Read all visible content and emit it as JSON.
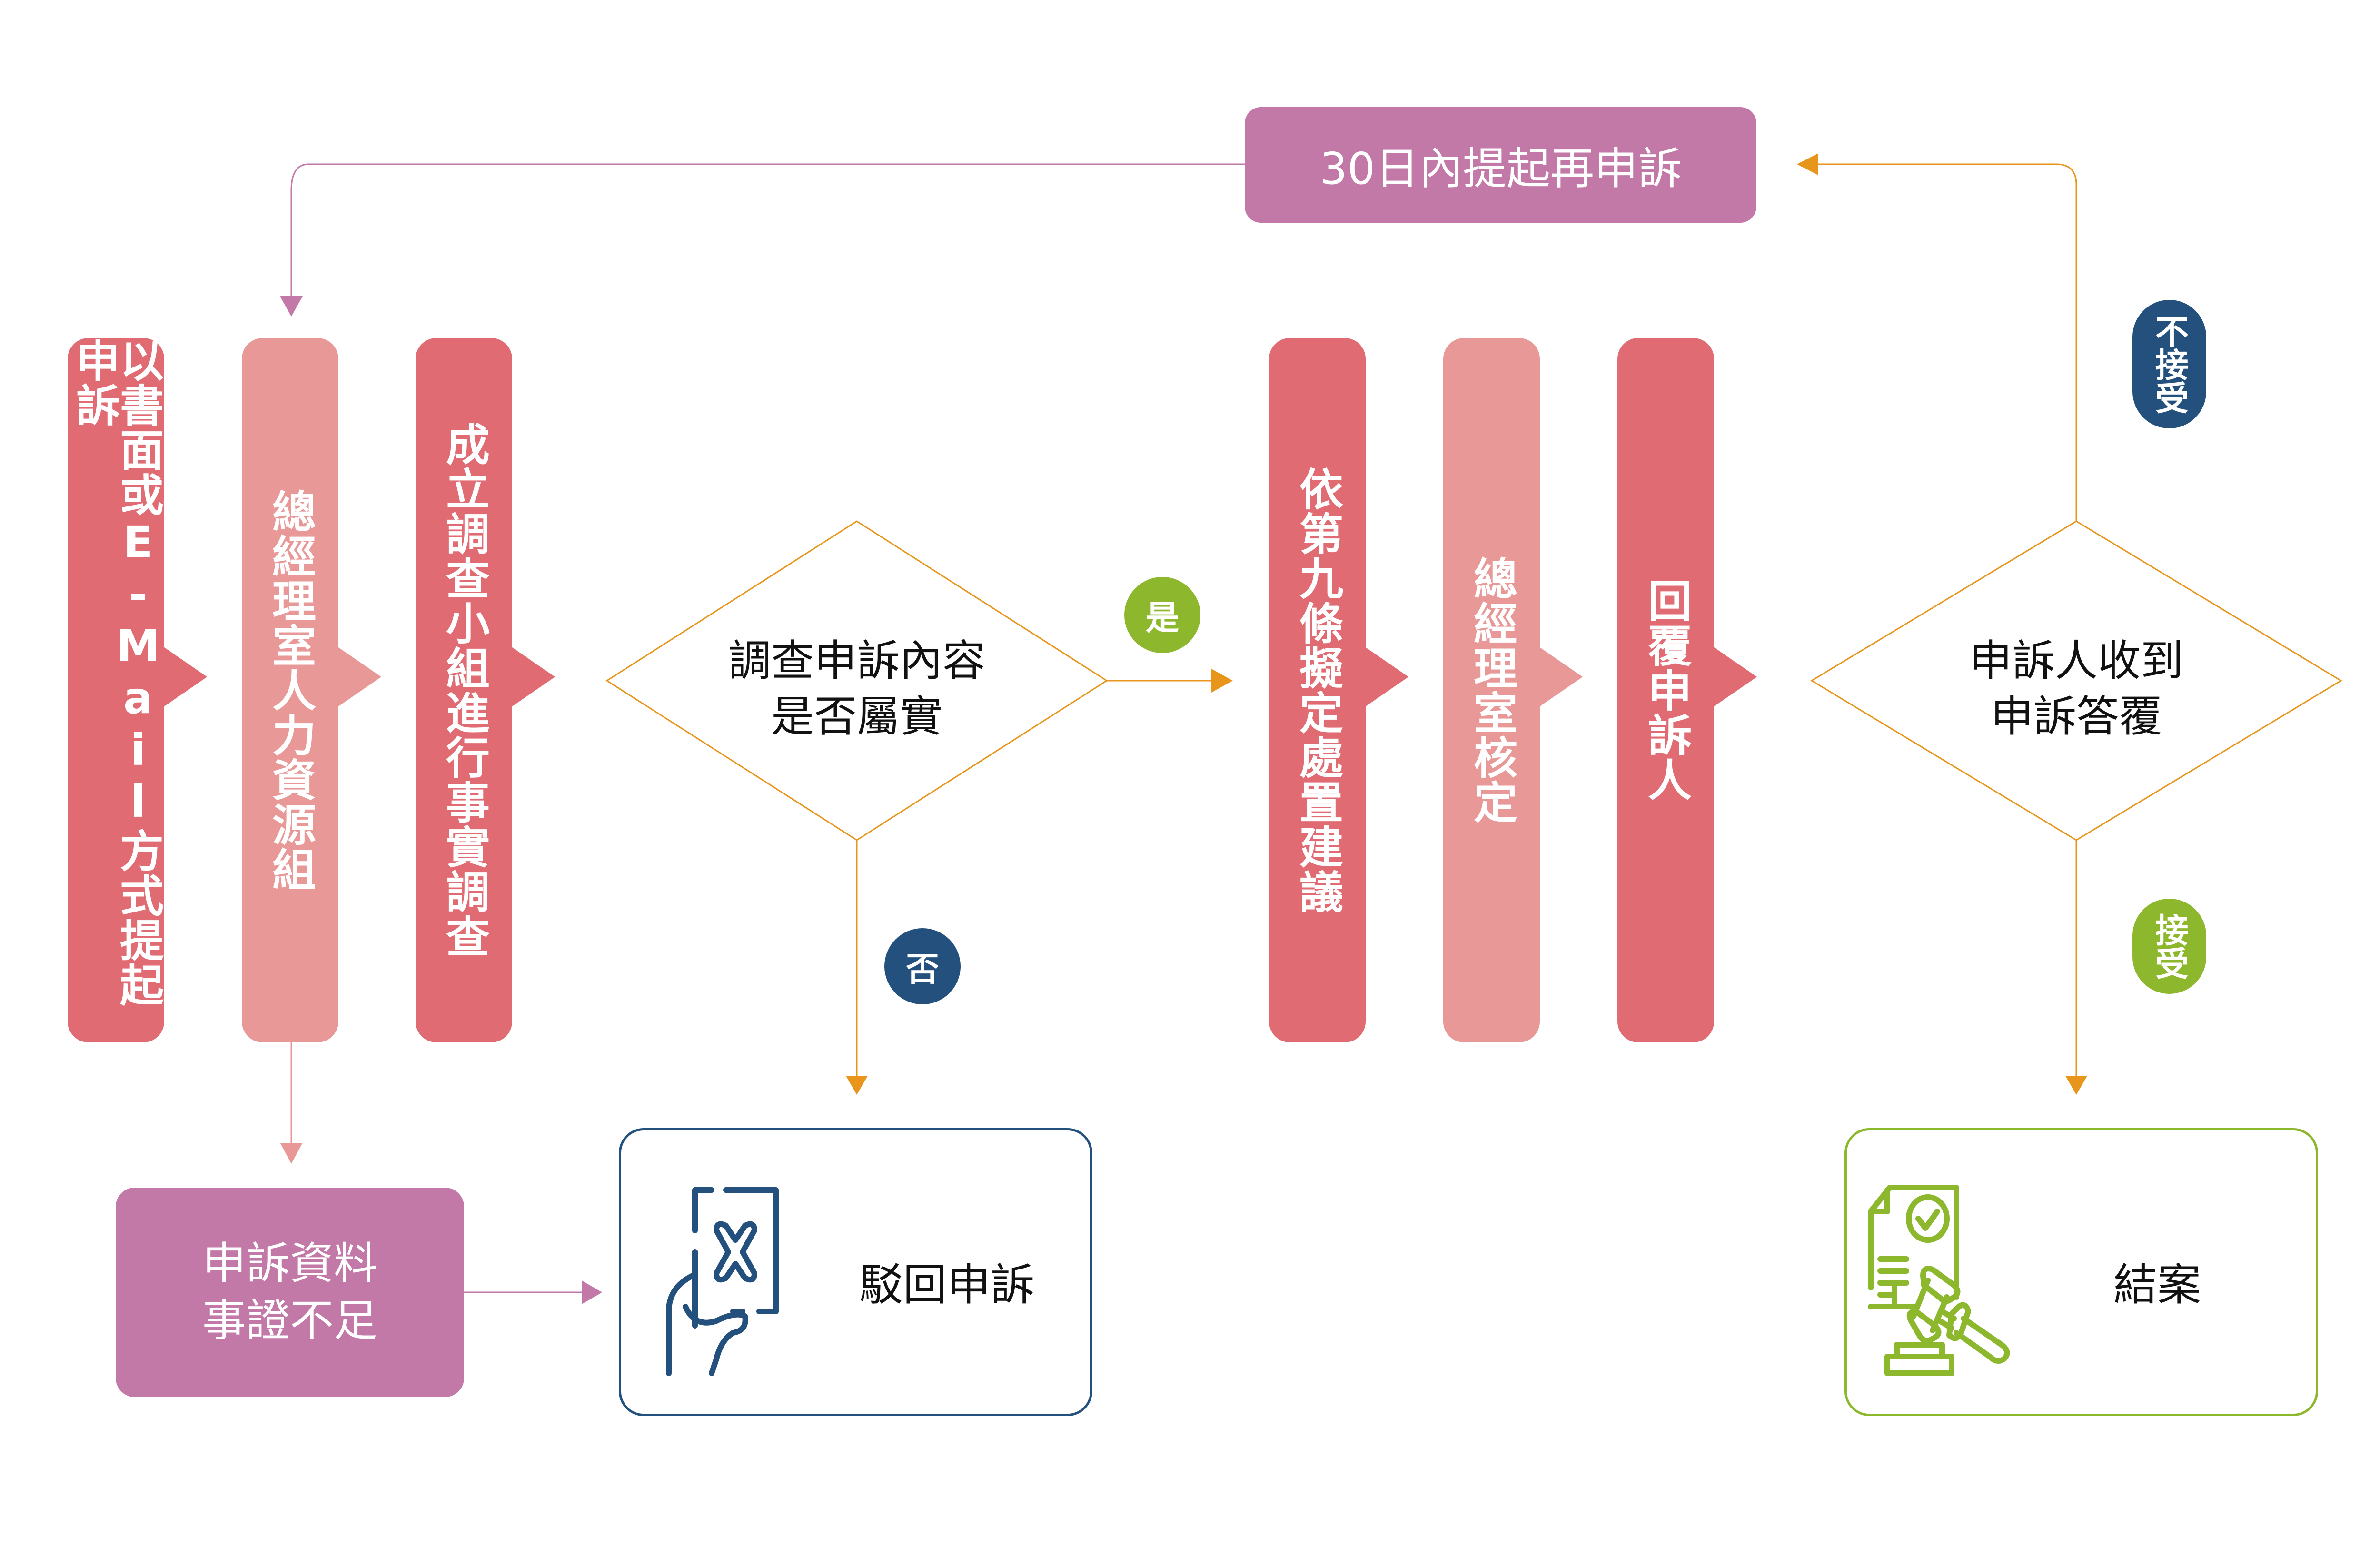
{
  "colors": {
    "pill_dark": "#e06b72",
    "pill_light": "#e99898",
    "mauve": "#c279a7",
    "orange": "#e8951c",
    "green": "#8db82d",
    "navy": "#23507c"
  },
  "steps": [
    {
      "id": "submit",
      "label": "以書面或E-Mail方式提起申訴",
      "tone": "dark"
    },
    {
      "id": "hr",
      "label": "總經理室人力資源組",
      "tone": "light"
    },
    {
      "id": "investigate",
      "label": "成立調查小組進行事實調查",
      "tone": "dark"
    },
    {
      "id": "propose",
      "label": "依第九條擬定處置建議",
      "tone": "dark"
    },
    {
      "id": "approve",
      "label": "總經理室核定",
      "tone": "light"
    },
    {
      "id": "reply",
      "label": "回覆申訴人",
      "tone": "dark"
    }
  ],
  "decisions": {
    "verify": {
      "line1": "調查申訴內容",
      "line2": "是否屬實"
    },
    "receive": {
      "line1": "申訴人收到",
      "line2": "申訴答覆"
    }
  },
  "badges": {
    "yes": "是",
    "no": "否",
    "not_accept": "不接受",
    "accept": "接受"
  },
  "boxes": {
    "reappeal": "30日內提起再申訴",
    "insufficient_line1": "申訴資料",
    "insufficient_line2": "事證不足",
    "reject": "駁回申訴",
    "close": "結案"
  },
  "icons": {
    "reject": "hand-holding-x-card-icon",
    "close": "document-check-gavel-icon"
  }
}
